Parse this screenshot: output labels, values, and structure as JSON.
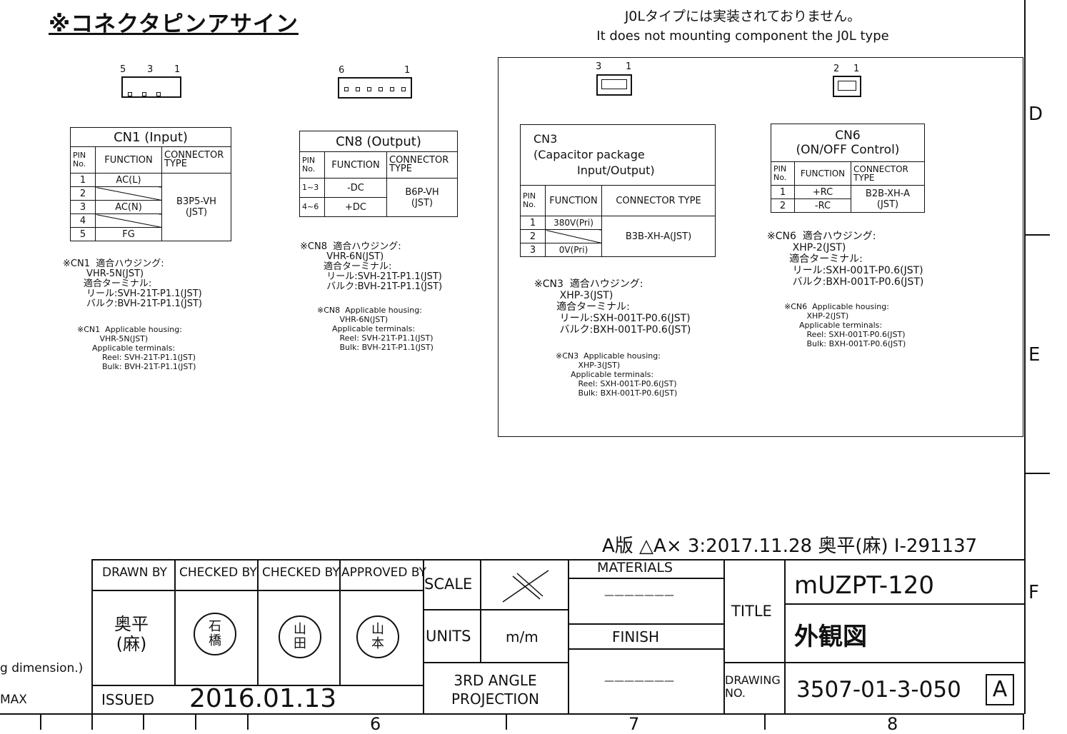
{
  "page_title": "※コネクタピンアサイン",
  "jol_note": {
    "jp": "J0Lタイプには実装されておりません。",
    "en": "It does not mounting component the J0L type"
  },
  "zones": {
    "letters": [
      "D",
      "E",
      "F"
    ],
    "numbers": [
      "6",
      "7",
      "8"
    ]
  },
  "cn1": {
    "pin_labels": [
      "5",
      "3",
      "1"
    ],
    "title": "CN1 (Input)",
    "header": {
      "pin": "PIN No.",
      "function": "FUNCTION",
      "type": "CONNECTOR TYPE"
    },
    "rows": [
      {
        "pin": "1",
        "function": "AC(L)"
      },
      {
        "pin": "2",
        "function": ""
      },
      {
        "pin": "3",
        "function": "AC(N)"
      },
      {
        "pin": "4",
        "function": ""
      },
      {
        "pin": "5",
        "function": "FG"
      }
    ],
    "type_value": "B3P5-VH\n(JST)",
    "notes_jp": "※CN1  適合ハウジング:\n        VHR-5N(JST)\n       適合ターミナル:\n        リール:SVH-21T-P1.1(JST)\n        バルク:BVH-21T-P1.1(JST)",
    "notes_en": "※CN1  Applicable housing:\n         VHR-5N(JST)\n      Applicable terminals:\n          Reel: SVH-21T-P1.1(JST)\n          Bulk: BVH-21T-P1.1(JST)"
  },
  "cn8": {
    "pin_labels": [
      "6",
      "1"
    ],
    "title": "CN8 (Output)",
    "header": {
      "pin": "PIN No.",
      "function": "FUNCTION",
      "type": "CONNECTOR TYPE"
    },
    "rows": [
      {
        "pin": "1~3",
        "function": "-DC"
      },
      {
        "pin": "4~6",
        "function": "+DC"
      }
    ],
    "type_value": "B6P-VH\n(JST)",
    "notes_jp": "※CN8  適合ハウジング:\n         VHR-6N(JST)\n        適合ターミナル:\n         リール:SVH-21T-P1.1(JST)\n         バルク:BVH-21T-P1.1(JST)",
    "notes_en": "※CN8  Applicable housing:\n         VHR-6N(JST)\n      Applicable terminals:\n         Reel: SVH-21T-P1.1(JST)\n         Bulk: BVH-21T-P1.1(JST)"
  },
  "cn3": {
    "pin_labels": [
      "3",
      "1"
    ],
    "title": "CN3\n(Capacitor package\n            Input/Output)",
    "header": {
      "pin": "PIN No.",
      "function": "FUNCTION",
      "type": "CONNECTOR TYPE"
    },
    "rows": [
      {
        "pin": "1",
        "function": "380V(Pri)"
      },
      {
        "pin": "2",
        "function": ""
      },
      {
        "pin": "3",
        "function": "0V(Pri)"
      }
    ],
    "type_value": "B3B-XH-A(JST)",
    "notes_jp": "※CN3  適合ハウジング:\n        XHP-3(JST)\n       適合ターミナル:\n        リール:SXH-001T-P0.6(JST)\n        バルク:BXH-001T-P0.6(JST)",
    "notes_en": "※CN3  Applicable housing:\n         XHP-3(JST)\n      Applicable terminals:\n         Reel: SXH-001T-P0.6(JST)\n         Bulk: BXH-001T-P0.6(JST)"
  },
  "cn6": {
    "pin_labels": [
      "2",
      "1"
    ],
    "title": "CN6\n(ON/OFF Control)",
    "header": {
      "pin": "PIN No.",
      "function": "FUNCTION",
      "type": "CONNECTOR TYPE"
    },
    "rows": [
      {
        "pin": "1",
        "function": "+RC"
      },
      {
        "pin": "2",
        "function": "-RC"
      }
    ],
    "type_value": "B2B-XH-A\n(JST)",
    "notes_jp": "※CN6  適合ハウジング:\n        XHP-2(JST)\n       適合ターミナル:\n        リール:SXH-001T-P0.6(JST)\n        バルク:BXH-001T-P0.6(JST)",
    "notes_en": "※CN6  Applicable housing:\n         XHP-2(JST)\n      Applicable terminals:\n         Reel: SXH-001T-P0.6(JST)\n         Bulk: BXH-001T-P0.6(JST)"
  },
  "revision": "A版 △A× 3:2017.11.28 奥平(麻) I-291137",
  "title_block": {
    "drawn_by_label": "DRAWN BY",
    "checked_by_label_1": "CHECKED BY",
    "checked_by_label_2": "CHECKED BY",
    "approved_by_label": "APPROVED BY",
    "drawn_by_name": "奥平\n(麻)",
    "stamp_1": "石\n橋",
    "stamp_2": "山\n田",
    "stamp_3": "山\n本",
    "issued_label": "ISSUED",
    "issued_date": "2016.01.13",
    "scale_label": "SCALE",
    "units_label": "UNITS",
    "units_value": "m/m",
    "projection": "3RD ANGLE\nPROJECTION",
    "materials_label": "MATERIALS",
    "materials_value": "———————",
    "finish_label": "FINISH",
    "finish_value": "———————",
    "title_label": "TITLE",
    "title_value_1": "mUZPT-120",
    "title_value_2": "外観図",
    "drawing_no_label": "DRAWING\nNO.",
    "drawing_no": "3507-01-3-050",
    "drawing_rev": "A"
  },
  "left_fragments": {
    "dimension": "g dimension.)",
    "max": "MAX"
  }
}
